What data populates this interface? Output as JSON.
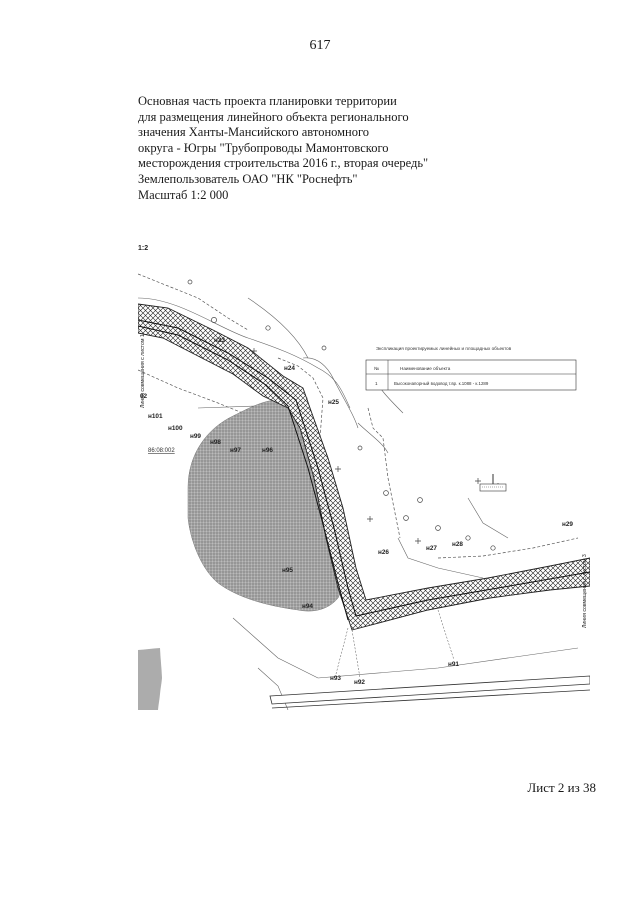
{
  "page_number": "617",
  "title_lines": [
    "Основная часть проекта планировки территории",
    "для размещения линейного объекта регионального",
    "значения Ханты-Мансийского автономного",
    "округа - Югры \"Трубопроводы Мамонтовского",
    "месторождения строительства 2016 г., вторая очередь\"",
    "Землепользователь ОАО \"НК \"Роснефть\"",
    "Масштаб 1:2 000"
  ],
  "map": {
    "corner_label": "1:2",
    "left_side_label": "Линия совмещения с листом 1",
    "right_side_label": "Линия совмещения с листом 3",
    "parcel_label": "86:08:002",
    "point_labels": {
      "n23": "н23",
      "n24": "н24",
      "n25": "н25",
      "n26": "н26",
      "n27": "н27",
      "n28": "н28",
      "n29": "н29",
      "n91": "н91",
      "n92": "н92",
      "n93": "н93",
      "n94": "н94",
      "n95": "н95",
      "n96": "н96",
      "n97": "н97",
      "n98": "н98",
      "n99": "н99",
      "n100": "н100",
      "n101": "н101",
      "n102": "02"
    },
    "legend": {
      "title": "Экспликация проектируемых линейных и площадных объектов",
      "col_num": "№",
      "col_name": "Наименование объекта",
      "row_num": "1",
      "row_name": "Высоконапорный водовод т.вр. к.1088 - к.1289"
    },
    "colors": {
      "hatch": "#222222",
      "forest": "#9a9a9a",
      "line": "#333333"
    }
  },
  "sheet": "Лист 2 из 38"
}
